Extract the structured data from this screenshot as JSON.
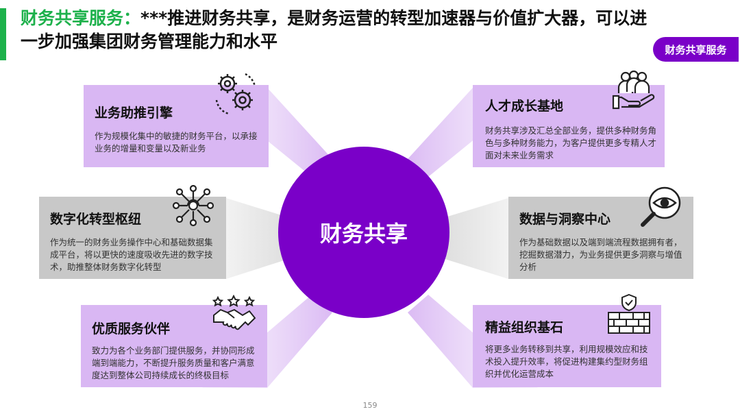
{
  "header": {
    "title_lead": "财务共享服务：",
    "title_rest": "***推进财务共享，是财务运营的转型加速器与价值扩大器，可以进一步加强集团财务管理能力和水平",
    "tag": "财务共享服务"
  },
  "center_label": "财务共享",
  "cards": [
    {
      "title": "业务助推引擎",
      "text": "作为规模化集中的敏捷的财务平台，以承接业务的增量和变量以及新业务",
      "icon": "gears-icon"
    },
    {
      "title": "人才成长基地",
      "text": "财务共享涉及汇总全部业务，提供多种财务角色与多种财务能力，为客户提供更多专精人才面对未来业务需求",
      "icon": "people-hand-icon"
    },
    {
      "title": "数字化转型枢纽",
      "text": "作为统一的财务业务操作中心和基础数据集成平台，将以更快的速度吸收先进的数字技术，助推整体财务数字化转型",
      "icon": "network-icon"
    },
    {
      "title": "数据与洞察中心",
      "text": "作为基础数据以及端到端流程数据拥有者，挖掘数据潜力，为业务提供更多洞察与增值分析",
      "icon": "magnifier-eye-icon"
    },
    {
      "title": "优质服务伙伴",
      "text": "致力为各个业务部门提供服务，并协同形成端到端能力，不断提升服务质量和客户满意度达到整体公司持续成长的终极目标",
      "icon": "handshake-stars-icon"
    },
    {
      "title": "精益组织基石",
      "text": "将更多业务转移到共享，利用规模效应和技术投入提升效率，将促进构建集约型财务组织并优化运营成本",
      "icon": "brick-wall-shield-icon"
    }
  ],
  "page_number": "159",
  "colors": {
    "accent": "#1db14b",
    "purple": "#7a00c8",
    "card_purple": "#d9b7f3",
    "card_gray": "#c8c8c8"
  }
}
